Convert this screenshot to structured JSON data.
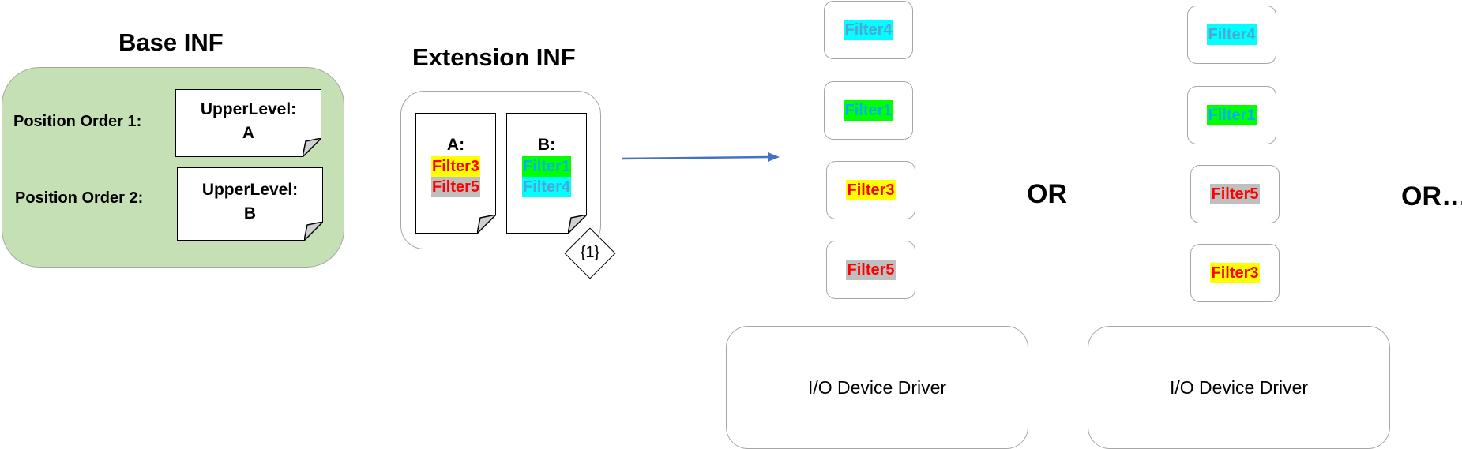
{
  "base": {
    "title": "Base INF",
    "rows": [
      {
        "position_label": "Position Order 1:",
        "note_line1": "UpperLevel:",
        "note_line2": "A"
      },
      {
        "position_label": "Position Order 2:",
        "note_line1": "UpperLevel:",
        "note_line2": "B"
      }
    ]
  },
  "extension": {
    "title": "Extension INF",
    "notes": [
      {
        "heading": "A:",
        "filters": [
          "Filter3",
          "Filter5"
        ]
      },
      {
        "heading": "B:",
        "filters": [
          "Filter1",
          "Filter4"
        ]
      }
    ],
    "badge": "{1}"
  },
  "stack1": {
    "filters": [
      "Filter4",
      "Filter1",
      "Filter3",
      "Filter5"
    ],
    "driver": "I/O Device Driver"
  },
  "stack2": {
    "filters": [
      "Filter4",
      "Filter1",
      "Filter5",
      "Filter3"
    ],
    "driver": "I/O Device Driver"
  },
  "or_labels": [
    "OR",
    "OR…"
  ],
  "colors": {
    "yellow": "#ffff00",
    "gray": "#bfbfbf",
    "green": "#00ff00",
    "cyan": "#00ffff",
    "red_text": "#ff0000",
    "arrow": "#4472c4",
    "base_fill": "#c5e0b4"
  }
}
